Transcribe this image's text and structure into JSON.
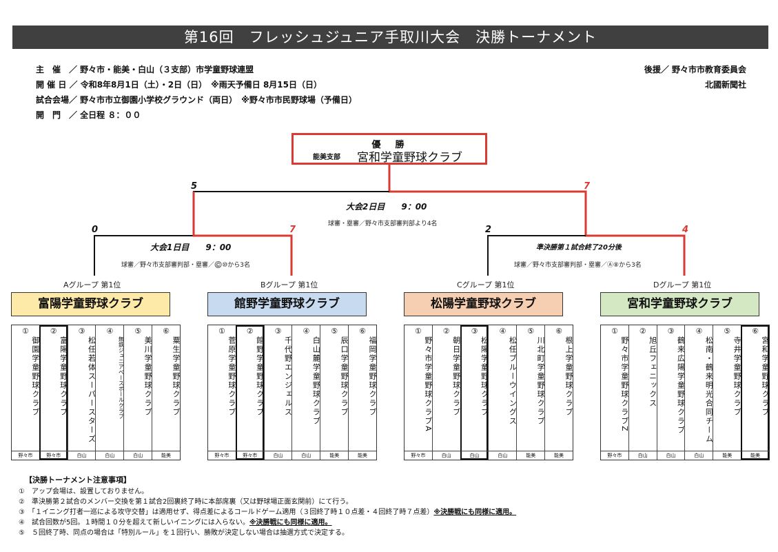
{
  "title": "第16回　フレッシュジュニア手取川大会　決勝トーナメント",
  "info": {
    "organizer": "主　催　／ 野々市・能美・白山（３支部）市学童野球連盟",
    "dates": "開 催 日 ／ 令和8年8月1日（土）・2日（日）　※雨天予備日 8月15日（日）",
    "venue": "試合会場／ 野々市市立御園小学校グラウンド（両日）　※野々市市民野球場（予備日）",
    "gate": "開　門　／ 全日程 ８：００",
    "sponsor": "後援／ 野々市市教育委員会",
    "newspaper": "北國新聞社"
  },
  "winner": {
    "label": "優　勝",
    "branch": "能美支部",
    "team": "宮和学童野球クラブ"
  },
  "final": {
    "score_left": "5",
    "score_right": "7",
    "time": "大会2日目　　9：00",
    "umpires": "球審・塁審／野々市支部審判部より4名"
  },
  "semi_left": {
    "score_left": "0",
    "score_right": "7",
    "time": "大会1日目　　9：00",
    "umpires": "球審／野々市支部審判部・塁審／©️⑩から3名"
  },
  "semi_right": {
    "score_left": "2",
    "score_right": "4",
    "time": "準決勝第１試合終了20分後",
    "umpires": "球審／野々市支部審判部・塁審／Ⓐ⑧から3名"
  },
  "groups": [
    {
      "label": "Aグループ 第1位",
      "team": "富陽学童野球クラブ",
      "color": "#fde9a8",
      "members": [
        {
          "num": "①",
          "name": "御園学童野球クラブ",
          "region": "野々市"
        },
        {
          "num": "②",
          "name": "富陽学童野球クラブ",
          "region": "野々市",
          "sel": true
        },
        {
          "num": "③",
          "name": "松任若体スーパースターズ",
          "region": "白山"
        },
        {
          "num": "④",
          "name": "無鉄ジュニアベースボールクラブ",
          "region": "白山",
          "small": true
        },
        {
          "num": "⑤",
          "name": "美川学童野球クラブ",
          "region": "白山"
        },
        {
          "num": "⑥",
          "name": "粟生学童野球クラブ",
          "region": "能美"
        }
      ]
    },
    {
      "label": "Bグループ 第1位",
      "team": "館野学童野球クラブ",
      "color": "#c8daf0",
      "members": [
        {
          "num": "①",
          "name": "菅原学童野球クラブ",
          "region": "野々市"
        },
        {
          "num": "②",
          "name": "館野学童野球クラブ",
          "region": "野々市",
          "sel": true
        },
        {
          "num": "③",
          "name": "千代野エンジェルス",
          "region": "白山"
        },
        {
          "num": "④",
          "name": "白山麓学童野球クラブ",
          "region": "白山"
        },
        {
          "num": "⑤",
          "name": "辰口学童野球クラブ",
          "region": "能美"
        },
        {
          "num": "⑥",
          "name": "福岡学童野球クラブ",
          "region": "能美"
        }
      ]
    },
    {
      "label": "Cグループ 第1位",
      "team": "松陽学童野球クラブ",
      "color": "#f6cfb2",
      "members": [
        {
          "num": "①",
          "name": "野々市学童野球クラブA",
          "region": "野々市"
        },
        {
          "num": "②",
          "name": "朝日学童野球クラブ",
          "region": "白山"
        },
        {
          "num": "③",
          "name": "松陽学童野球クラブ",
          "region": "白山",
          "sel": true
        },
        {
          "num": "④",
          "name": "松任ブルーウイングス",
          "region": "白山"
        },
        {
          "num": "⑤",
          "name": "川北町学童野球クラブ",
          "region": "能美"
        },
        {
          "num": "⑥",
          "name": "根上学童野球クラブ",
          "region": "能美"
        }
      ]
    },
    {
      "label": "Dグループ 第1位",
      "team": "宮和学童野球クラブ",
      "color": "#d4e8c4",
      "members": [
        {
          "num": "①",
          "name": "野々市学童野球クラブZ",
          "region": "野々市"
        },
        {
          "num": "②",
          "name": "旭丘フェニックス",
          "region": "白山"
        },
        {
          "num": "③",
          "name": "鶴来広陽学童野球クラブ",
          "region": "白山"
        },
        {
          "num": "④",
          "name": "松南・鶴来明光合同チーム",
          "region": "白山"
        },
        {
          "num": "⑤",
          "name": "寺井学童野球クラブ",
          "region": "能美"
        },
        {
          "num": "⑥",
          "name": "宮和学童野球クラブ",
          "region": "能美",
          "sel": true
        }
      ]
    }
  ],
  "notes": {
    "title": "【決勝トーナメント注意事項】",
    "items": [
      {
        "text": "①　アップ会場は、設置しておりません。",
        "bold": ""
      },
      {
        "text": "②　準決勝第２試合のメンバー交換を第１試合2回裏終了時に本部席裏（又は野球場正面玄関前）にて行う。",
        "bold": ""
      },
      {
        "text": "③　「１イニング打者一巡による攻守交替」は適用せず、得点差によるコールドゲーム適用（３回終了時１０点差・４回終了時７点差）",
        "bold": "※決勝戦にも同様に適用。"
      },
      {
        "text": "④　試合回数が5回。１時間１０分を超えて新しいイニングには入らない。",
        "bold": "※決勝戦にも同様に適用。"
      },
      {
        "text": "⑤　５回終了時、同点の場合は「特別ルール」を１回行い、勝敗が決定しない場合は抽選方式で決定する。",
        "bold": ""
      }
    ]
  }
}
